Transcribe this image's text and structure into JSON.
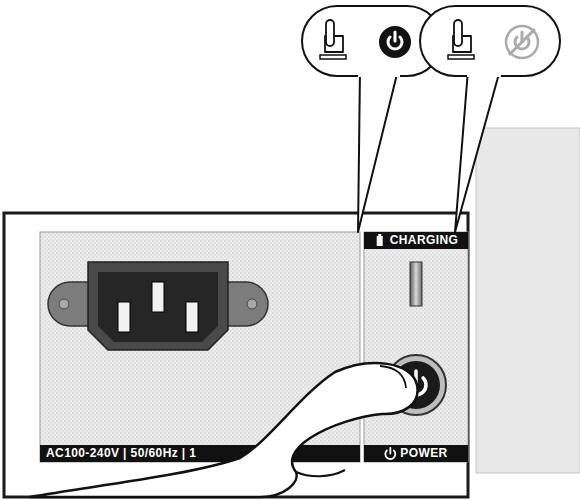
{
  "diagram": {
    "labels": [
      "AC100-240V | 50/60Hz | 1",
      "CHARGING",
      "POWER"
    ]
  }
}
